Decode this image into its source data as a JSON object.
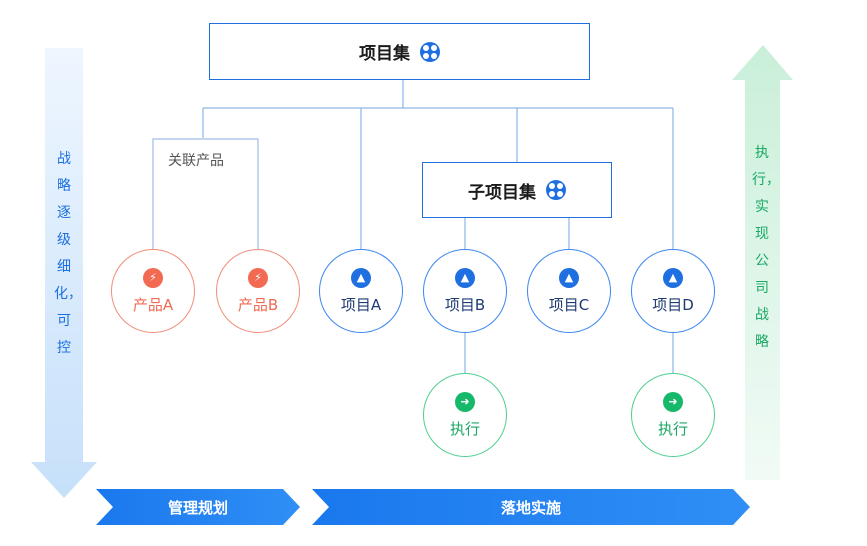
{
  "top_box": {
    "title": "项目集",
    "icon": "grid-icon"
  },
  "sub_box": {
    "title": "子项目集",
    "icon": "grid-icon"
  },
  "related_label": "关联产品",
  "products": [
    {
      "label": "产品A",
      "icon": "bolt-icon"
    },
    {
      "label": "产品B",
      "icon": "bolt-icon"
    }
  ],
  "projects": [
    {
      "label": "项目A",
      "icon": "rocket-icon"
    },
    {
      "label": "项目B",
      "icon": "rocket-icon"
    },
    {
      "label": "项目C",
      "icon": "rocket-icon"
    },
    {
      "label": "项目D",
      "icon": "rocket-icon"
    }
  ],
  "executions": [
    {
      "label": "执行",
      "icon": "runner-icon"
    },
    {
      "label": "执行",
      "icon": "runner-icon"
    }
  ],
  "left_side_text": "战略逐级细化，可控",
  "right_side_text": "执行，实现公司战略",
  "banners": {
    "left": "管理规划",
    "right": "落地实施"
  },
  "colors": {
    "blue": "#1f6fe0",
    "orange": "#f26a52",
    "green": "#16b86a",
    "arrow_left": "#cfe5fa",
    "arrow_right": "#d4f1e2"
  }
}
